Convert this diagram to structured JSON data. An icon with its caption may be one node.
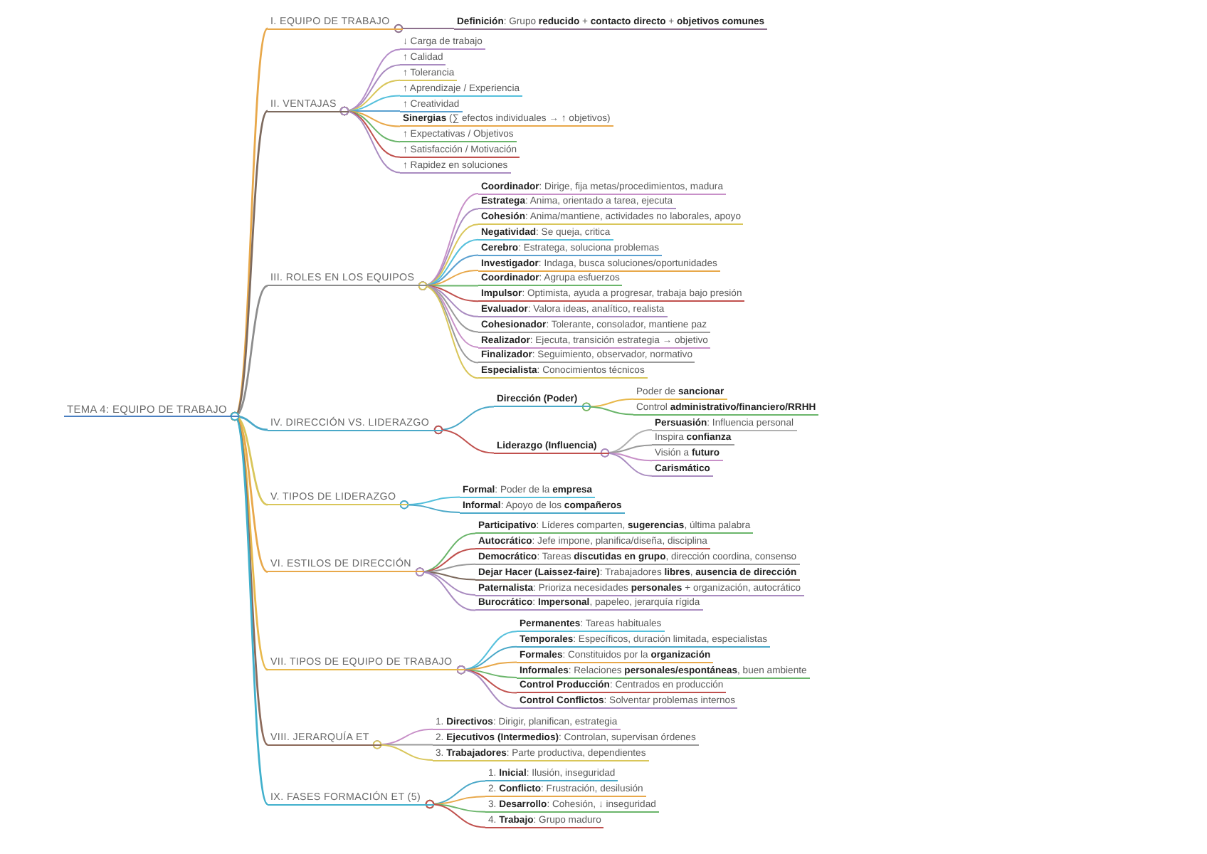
{
  "diagram": {
    "nodes": [
      {
        "text": [
          "TEMA 4: EQUIPO DE TRABAJO"
        ]
      },
      {
        "text": [
          "I. EQUIPO DE TRABAJO"
        ]
      },
      {
        "text": [
          "**Definición**: Grupo **reducido** + **contacto directo** + **objetivos comunes**"
        ]
      },
      {
        "text": [
          "II. VENTAJAS"
        ]
      },
      {
        "text": [
          "↓ Carga de trabajo"
        ]
      },
      {
        "text": [
          "↑ Calidad"
        ]
      },
      {
        "text": [
          "↑ Tolerancia"
        ]
      },
      {
        "text": [
          "↑ Aprendizaje / Experiencia"
        ]
      },
      {
        "text": [
          "↑ Creatividad"
        ]
      },
      {
        "text": [
          "**Sinergias** (∑ efectos individuales → ↑ objetivos)"
        ]
      },
      {
        "text": [
          "↑ Expectativas / Objetivos"
        ]
      },
      {
        "text": [
          "↑ Satisfacción / Motivación"
        ]
      },
      {
        "text": [
          "↑ Rapidez en soluciones"
        ]
      },
      {
        "text": [
          "III. ROLES EN LOS EQUIPOS"
        ]
      },
      {
        "text": [
          "**Coordinador**: Dirige, fija metas/procedimientos, madura"
        ]
      },
      {
        "text": [
          "**Estratega**: Anima, orientado a tarea, ejecuta"
        ]
      },
      {
        "text": [
          "**Cohesión**: Anima/mantiene, actividades no laborales, apoyo"
        ]
      },
      {
        "text": [
          "**Negatividad**: Se queja, critica"
        ]
      },
      {
        "text": [
          "**Cerebro**: Estratega, soluciona problemas"
        ]
      },
      {
        "text": [
          "**Investigador**: Indaga, busca soluciones/oportunidades"
        ]
      },
      {
        "text": [
          "**Coordinador**: Agrupa esfuerzos"
        ]
      },
      {
        "text": [
          "**Impulsor**: Optimista, ayuda a progresar, trabaja bajo presión"
        ]
      },
      {
        "text": [
          "**Evaluador**: Valora ideas, analítico, realista"
        ]
      },
      {
        "text": [
          "**Cohesionador**: Tolerante, consolador, mantiene paz"
        ]
      },
      {
        "text": [
          "**Realizador**: Ejecuta, transición estrategia → objetivo"
        ]
      },
      {
        "text": [
          "**Finalizador**: Seguimiento, observador, normativo"
        ]
      },
      {
        "text": [
          "**Especialista**: Conocimientos técnicos"
        ]
      },
      {
        "text": [
          "IV. DIRECCIÓN VS. LIDERAZGO"
        ]
      },
      {
        "text": [
          "**Dirección (Poder)**"
        ]
      },
      {
        "text": [
          "Poder de **sancionar**"
        ]
      },
      {
        "text": [
          "Control **administrativo/financiero/RRHH**"
        ]
      },
      {
        "text": [
          "**Liderazgo (Influencia)**"
        ]
      },
      {
        "text": [
          "**Persuasión**: Influencia personal"
        ]
      },
      {
        "text": [
          "Inspira **confianza**"
        ]
      },
      {
        "text": [
          "Visión a **futuro**"
        ]
      },
      {
        "text": [
          "**Carismático**"
        ]
      },
      {
        "text": [
          "V. TIPOS DE LIDERAZGO"
        ]
      },
      {
        "text": [
          "**Formal**: Poder de la **empresa**"
        ]
      },
      {
        "text": [
          "**Informal**: Apoyo de los **compañeros**"
        ]
      },
      {
        "text": [
          "VI. ESTILOS DE DIRECCIÓN"
        ]
      },
      {
        "text": [
          "**Participativo**: Líderes comparten, **sugerencias**, última palabra"
        ]
      },
      {
        "text": [
          "**Autocrático**: Jefe impone, planifica/diseña, disciplina"
        ]
      },
      {
        "text": [
          "**Democrático**: Tareas **discutidas en grupo**, dirección coordina, consenso"
        ]
      },
      {
        "text": [
          "**Dejar Hacer (Laissez-faire)**: Trabajadores **libres**, **ausencia de dirección**"
        ]
      },
      {
        "text": [
          "**Paternalista**: Prioriza necesidades **personales** + organización, autocrático"
        ]
      },
      {
        "text": [
          "**Burocrático**: **Impersonal**, papeleo, jerarquía rígida"
        ]
      },
      {
        "text": [
          "VII. TIPOS DE EQUIPO DE TRABAJO"
        ]
      },
      {
        "text": [
          "**Permanentes**: Tareas habituales"
        ]
      },
      {
        "text": [
          "**Temporales**: Específicos, duración limitada, especialistas"
        ]
      },
      {
        "text": [
          "**Formales**: Constituidos por la **organización**"
        ]
      },
      {
        "text": [
          "**Informales**: Relaciones **personales/espontáneas**, buen ambiente"
        ]
      },
      {
        "text": [
          "**Control Producción**: Centrados en producción"
        ]
      },
      {
        "text": [
          "**Control Conflictos**: Solventar problemas internos"
        ]
      },
      {
        "text": [
          "VIII. JERARQUÍA ET"
        ]
      },
      {
        "text": [
          "1. **Directivos**: Dirigir, planifican, estrategia"
        ]
      },
      {
        "text": [
          "2. **Ejecutivos (Intermedios)**: Controlan, supervisan órdenes"
        ]
      },
      {
        "text": [
          "3. **Trabajadores**: Parte productiva, dependientes"
        ]
      },
      {
        "text": [
          "IX. FASES FORMACIÓN ET (5)"
        ]
      },
      {
        "text": [
          "1. **Inicial**: Ilusión, inseguridad"
        ]
      },
      {
        "text": [
          "2. **Conflicto**: Frustración, desilusión"
        ]
      },
      {
        "text": [
          "3. **Desarrollo**: Cohesión, ↓ inseguridad"
        ]
      },
      {
        "text": [
          "4. **Trabajo**: Grupo maduro"
        ]
      }
    ],
    "edges": [
      {
        "from": 0,
        "to": 1,
        "arrow": "other",
        "color": "#e8a84a"
      },
      {
        "from": 1,
        "to": 2,
        "arrow": "other",
        "color": "#8c6f8c"
      },
      {
        "from": 0,
        "to": 3,
        "arrow": "other",
        "color": "#7d6a5e"
      },
      {
        "from": 3,
        "to": 4,
        "arrow": "other",
        "color": "#b48cc8"
      },
      {
        "from": 3,
        "to": 5,
        "arrow": "other",
        "color": "#a98bc0"
      },
      {
        "from": 3,
        "to": 6,
        "arrow": "other",
        "color": "#d9c65a"
      },
      {
        "from": 3,
        "to": 7,
        "arrow": "other",
        "color": "#55c0dc"
      },
      {
        "from": 3,
        "to": 8,
        "arrow": "other",
        "color": "#5aa0d0"
      },
      {
        "from": 3,
        "to": 9,
        "arrow": "other",
        "color": "#e8a84a"
      },
      {
        "from": 3,
        "to": 10,
        "arrow": "other",
        "color": "#6ab56a"
      },
      {
        "from": 3,
        "to": 11,
        "arrow": "other",
        "color": "#c0504d"
      },
      {
        "from": 3,
        "to": 12,
        "arrow": "other",
        "color": "#a98bc0"
      },
      {
        "from": 0,
        "to": 13,
        "arrow": "other",
        "color": "#8c8c8c"
      },
      {
        "from": 13,
        "to": 14,
        "arrow": "other",
        "color": "#c890c8"
      },
      {
        "from": 13,
        "to": 15,
        "arrow": "other",
        "color": "#a98bc0"
      },
      {
        "from": 13,
        "to": 16,
        "arrow": "other",
        "color": "#d9c65a"
      },
      {
        "from": 13,
        "to": 17,
        "arrow": "other",
        "color": "#55c0dc"
      },
      {
        "from": 13,
        "to": 18,
        "arrow": "other",
        "color": "#5aa0d0"
      },
      {
        "from": 13,
        "to": 19,
        "arrow": "other",
        "color": "#e8a84a"
      },
      {
        "from": 13,
        "to": 20,
        "arrow": "other",
        "color": "#6ab56a"
      },
      {
        "from": 13,
        "to": 21,
        "arrow": "other",
        "color": "#c0504d"
      },
      {
        "from": 13,
        "to": 22,
        "arrow": "other",
        "color": "#a98bc0"
      },
      {
        "from": 13,
        "to": 23,
        "arrow": "other",
        "color": "#9a9a9a"
      },
      {
        "from": 13,
        "to": 24,
        "arrow": "other",
        "color": "#c890c8"
      },
      {
        "from": 13,
        "to": 25,
        "arrow": "other",
        "color": "#9a9a9a"
      },
      {
        "from": 13,
        "to": 26,
        "arrow": "other",
        "color": "#d9c65a"
      },
      {
        "from": 0,
        "to": 27,
        "arrow": "other",
        "color": "#4aa8c8"
      },
      {
        "from": 27,
        "to": 28,
        "arrow": "other",
        "color": "#4aa8c8"
      },
      {
        "from": 28,
        "to": 29,
        "arrow": "other",
        "color": "#e8b84a"
      },
      {
        "from": 28,
        "to": 30,
        "arrow": "other",
        "color": "#6ab56a"
      },
      {
        "from": 27,
        "to": 31,
        "arrow": "other",
        "color": "#c0504d"
      },
      {
        "from": 31,
        "to": 32,
        "arrow": "other",
        "color": "#b0b0b0"
      },
      {
        "from": 31,
        "to": 33,
        "arrow": "other",
        "color": "#9a9a9a"
      },
      {
        "from": 31,
        "to": 34,
        "arrow": "other",
        "color": "#c890c8"
      },
      {
        "from": 31,
        "to": 35,
        "arrow": "other",
        "color": "#a98bc0"
      },
      {
        "from": 0,
        "to": 36,
        "arrow": "other",
        "color": "#d9c65a"
      },
      {
        "from": 36,
        "to": 37,
        "arrow": "other",
        "color": "#55c0dc"
      },
      {
        "from": 36,
        "to": 38,
        "arrow": "other",
        "color": "#4aa8c8"
      },
      {
        "from": 0,
        "to": 39,
        "arrow": "other",
        "color": "#e8a84a"
      },
      {
        "from": 39,
        "to": 40,
        "arrow": "other",
        "color": "#6ab56a"
      },
      {
        "from": 39,
        "to": 41,
        "arrow": "other",
        "color": "#c0504d"
      },
      {
        "from": 39,
        "to": 42,
        "arrow": "other",
        "color": "#9a9a9a"
      },
      {
        "from": 39,
        "to": 43,
        "arrow": "other",
        "color": "#7d6a5e"
      },
      {
        "from": 39,
        "to": 44,
        "arrow": "other",
        "color": "#a98bc0"
      },
      {
        "from": 39,
        "to": 45,
        "arrow": "other",
        "color": "#a98bc0"
      },
      {
        "from": 0,
        "to": 46,
        "arrow": "other",
        "color": "#e8b84a"
      },
      {
        "from": 46,
        "to": 47,
        "arrow": "other",
        "color": "#55c0dc"
      },
      {
        "from": 46,
        "to": 48,
        "arrow": "other",
        "color": "#4aa8c8"
      },
      {
        "from": 46,
        "to": 49,
        "arrow": "other",
        "color": "#e8a84a"
      },
      {
        "from": 46,
        "to": 50,
        "arrow": "other",
        "color": "#6ab56a"
      },
      {
        "from": 46,
        "to": 51,
        "arrow": "other",
        "color": "#c0504d"
      },
      {
        "from": 46,
        "to": 52,
        "arrow": "other",
        "color": "#a98bc0"
      },
      {
        "from": 0,
        "to": 53,
        "arrow": "other",
        "color": "#8c6a5a"
      },
      {
        "from": 53,
        "to": 54,
        "arrow": "other",
        "color": "#c890c8"
      },
      {
        "from": 53,
        "to": 55,
        "arrow": "other",
        "color": "#9a9a9a"
      },
      {
        "from": 53,
        "to": 56,
        "arrow": "other",
        "color": "#d9c65a"
      },
      {
        "from": 0,
        "to": 57,
        "arrow": "other",
        "color": "#40b0cc"
      },
      {
        "from": 57,
        "to": 58,
        "arrow": "other",
        "color": "#4aa8c8"
      },
      {
        "from": 57,
        "to": 59,
        "arrow": "other",
        "color": "#e8a84a"
      },
      {
        "from": 57,
        "to": 60,
        "arrow": "other",
        "color": "#6ab56a"
      },
      {
        "from": 57,
        "to": 61,
        "arrow": "other",
        "color": "#c0504d"
      }
    ]
  }
}
